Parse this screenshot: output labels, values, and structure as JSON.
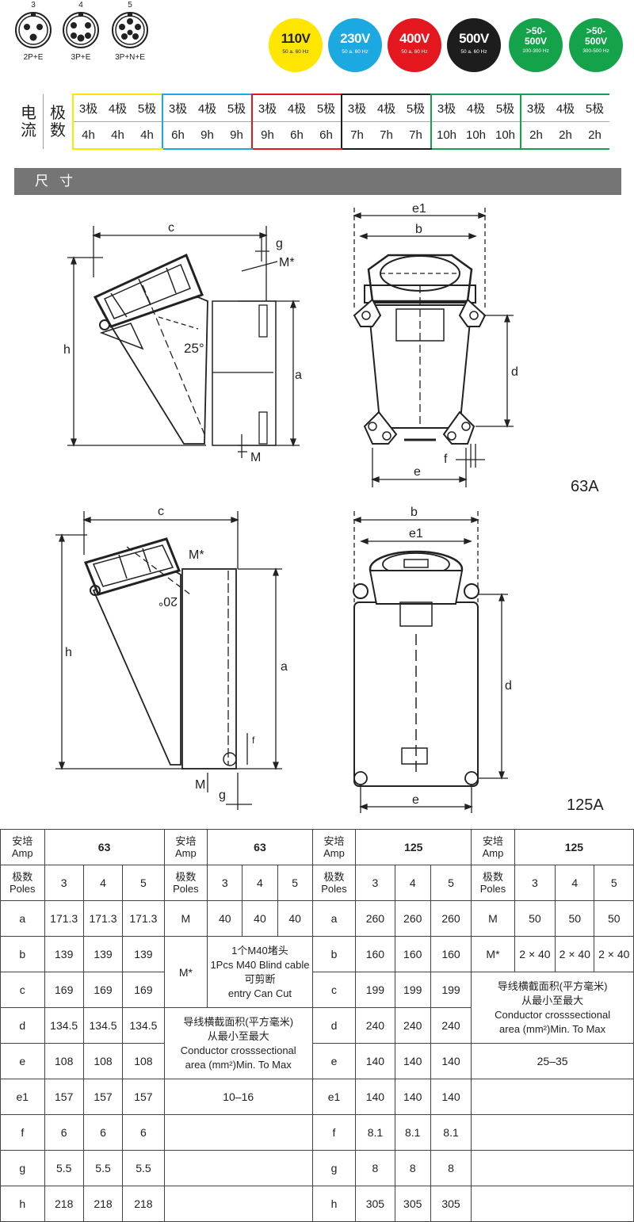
{
  "pins": [
    {
      "num": "3",
      "label": "2P+E"
    },
    {
      "num": "4",
      "label": "3P+E"
    },
    {
      "num": "5",
      "label": "3P+N+E"
    }
  ],
  "voltages": [
    {
      "label": "110V",
      "hz": "50 a. 60 Hz",
      "color": "#ffe600",
      "text": "#222"
    },
    {
      "label": "230V",
      "hz": "50 a. 60 Hz",
      "color": "#1ca8e0",
      "text": "#fff"
    },
    {
      "label": "400V",
      "hz": "50 a. 60 Hz",
      "color": "#e4161e",
      "text": "#fff"
    },
    {
      "label": "500V",
      "hz": "50 a. 60 Hz",
      "color": "#1d1d1d",
      "text": "#fff"
    },
    {
      "label1": ">50-",
      "label2": "500V",
      "hz": "100-300 Hz",
      "color": "#14a24a",
      "text": "#fff"
    },
    {
      "label1": ">50-",
      "label2": "500V",
      "hz": "300-500 Hz",
      "color": "#14a24a",
      "text": "#fff"
    }
  ],
  "current_table": {
    "head_a": "电流",
    "head_b": "极数",
    "poles": [
      "3极",
      "4极",
      "5极",
      "3极",
      "4极",
      "5极",
      "3极",
      "4极",
      "5极",
      "3极",
      "4极",
      "5极",
      "3极",
      "4极",
      "5极",
      "3极",
      "4极",
      "5极"
    ],
    "hours": [
      "4h",
      "4h",
      "4h",
      "6h",
      "9h",
      "9h",
      "9h",
      "6h",
      "6h",
      "7h",
      "7h",
      "7h",
      "10h",
      "10h",
      "10h",
      "2h",
      "2h",
      "2h"
    ],
    "group_colors": [
      "#ffe600",
      "#1ca8e0",
      "#e4161e",
      "#1d1d1d",
      "#14a24a",
      "#14a24a"
    ]
  },
  "section_title": "尺寸",
  "drawings": {
    "top": {
      "c": "c",
      "g": "g",
      "m_star": "M*",
      "h": "h",
      "a": "a",
      "angle": "25°",
      "m": "M",
      "e1": "e1",
      "b": "b",
      "d": "d",
      "f": "f",
      "e": "e",
      "rating": "63A"
    },
    "bottom": {
      "c": "c",
      "m_star": "M*",
      "h": "h",
      "a": "a",
      "angle": "20°",
      "f": "f",
      "m": "M",
      "g": "g",
      "b": "b",
      "e1": "e1",
      "d": "d",
      "e": "e",
      "rating": "125A"
    }
  },
  "spec": {
    "amp_label": "安培\nAmp",
    "poles_label": "极数\nPoles",
    "amps": [
      "63",
      "63",
      "125",
      "125"
    ],
    "poles": [
      "3",
      "4",
      "5"
    ],
    "block1": [
      {
        "k": "a",
        "v": [
          "171.3",
          "171.3",
          "171.3"
        ]
      },
      {
        "k": "b",
        "v": [
          "139",
          "139",
          "139"
        ]
      },
      {
        "k": "c",
        "v": [
          "169",
          "169",
          "169"
        ]
      },
      {
        "k": "d",
        "v": [
          "134.5",
          "134.5",
          "134.5"
        ]
      },
      {
        "k": "e",
        "v": [
          "108",
          "108",
          "108"
        ]
      },
      {
        "k": "e1",
        "v": [
          "157",
          "157",
          "157"
        ]
      },
      {
        "k": "f",
        "v": [
          "6",
          "6",
          "6"
        ]
      },
      {
        "k": "g",
        "v": [
          "5.5",
          "5.5",
          "5.5"
        ]
      },
      {
        "k": "h",
        "v": [
          "218",
          "218",
          "218"
        ]
      }
    ],
    "block2": {
      "m_label": "M",
      "m_values": [
        "40",
        "40",
        "40"
      ],
      "mstar_label": "M*",
      "mstar_note": [
        "1个M40堵头",
        "1Pcs M40 Blind cable",
        "可剪断",
        "entry Can Cut"
      ],
      "cond_note": [
        "导线横截面积(平方毫米)",
        "从最小至最大",
        "Conductor crosssectional",
        "area (mm²)Min. To Max"
      ],
      "cond_value": "10–16"
    },
    "block3": [
      {
        "k": "a",
        "v": [
          "260",
          "260",
          "260"
        ]
      },
      {
        "k": "b",
        "v": [
          "160",
          "160",
          "160"
        ]
      },
      {
        "k": "c",
        "v": [
          "199",
          "199",
          "199"
        ]
      },
      {
        "k": "d",
        "v": [
          "240",
          "240",
          "240"
        ]
      },
      {
        "k": "e",
        "v": [
          "140",
          "140",
          "140"
        ]
      },
      {
        "k": "e1",
        "v": [
          "140",
          "140",
          "140"
        ]
      },
      {
        "k": "f",
        "v": [
          "8.1",
          "8.1",
          "8.1"
        ]
      },
      {
        "k": "g",
        "v": [
          "8",
          "8",
          "8"
        ]
      },
      {
        "k": "h",
        "v": [
          "305",
          "305",
          "305"
        ]
      }
    ],
    "block4": {
      "m_label": "M",
      "m_values": [
        "50",
        "50",
        "50"
      ],
      "mstar_label": "M*",
      "mstar_values": [
        "2 × 40",
        "2 × 40",
        "2 × 40"
      ],
      "cond_note": [
        "导线横截面积(平方毫米)",
        "从最小至最大",
        "Conductor crosssectional",
        "area (mm²)Min. To Max"
      ],
      "cond_value": "25–35"
    }
  }
}
